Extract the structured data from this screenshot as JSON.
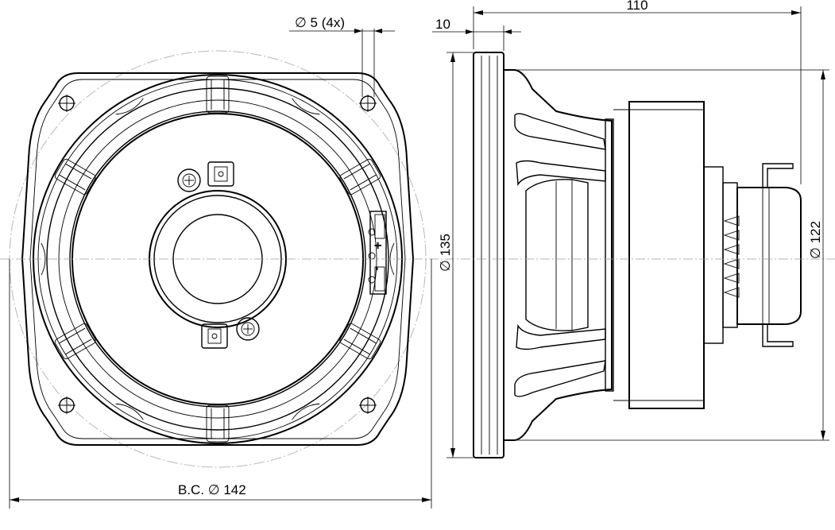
{
  "dimensions": {
    "hole_label": "∅ 5 (4x)",
    "flange_thickness": "10",
    "depth": "110",
    "outer_diameter": "∅ 135",
    "magnet_diameter": "∅ 122",
    "bolt_circle": "B.C. ∅ 142"
  },
  "terminals": {
    "plus": "+",
    "minus": "-"
  }
}
